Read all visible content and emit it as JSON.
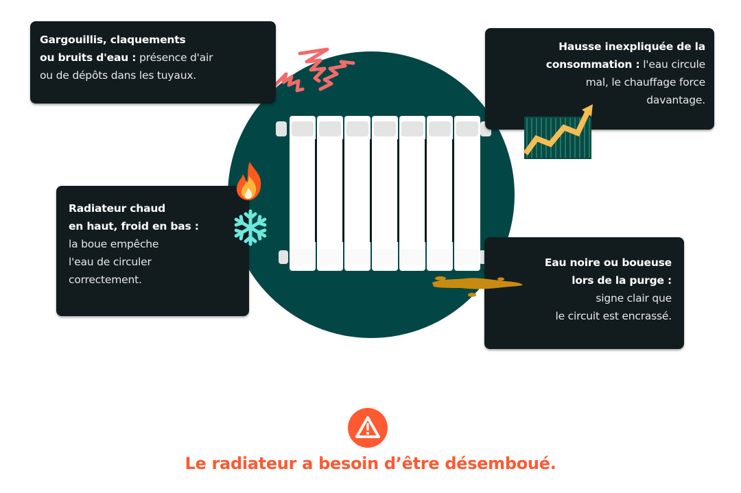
{
  "title": "Signes qu'un radiateur doit être désemboué",
  "colors": {
    "circle_bg": "#024745",
    "card_bg": "#121c1e",
    "accent_warning": "#ff5a32",
    "noise_lines": "#f26b6b",
    "trend_arrow": "#f7bd55",
    "sludge": "#c98a12",
    "snowflake": "#6ee7dc",
    "flame": "#ff6a1a"
  },
  "symptoms": [
    {
      "id": "noise",
      "icon": "noise-waves-icon",
      "lines": [
        {
          "bold": "Gargouillis, claquements",
          "text": ""
        },
        {
          "bold": "ou bruits d'eau :",
          "text": " présence d'air"
        },
        {
          "bold": "",
          "text": "ou de dépôts dans les tuyaux."
        }
      ]
    },
    {
      "id": "consumption",
      "icon": "rising-chart-icon",
      "lines": [
        {
          "bold": "Hausse inexpliquée de la",
          "text": ""
        },
        {
          "bold": "consommation :",
          "text": " l'eau circule"
        },
        {
          "bold": "",
          "text": "mal, le chauffage force"
        },
        {
          "bold": "",
          "text": "davantage."
        }
      ]
    },
    {
      "id": "hot-cold",
      "icon": "flame-snowflake-icon",
      "lines": [
        {
          "bold": "Radiateur chaud",
          "text": ""
        },
        {
          "bold": "en haut, froid en bas :",
          "text": ""
        },
        {
          "bold": "",
          "text": "la boue empêche"
        },
        {
          "bold": "",
          "text": "l'eau de circuler"
        },
        {
          "bold": "",
          "text": "correctement."
        }
      ]
    },
    {
      "id": "mud",
      "icon": "sludge-puddle-icon",
      "lines": [
        {
          "bold": "Eau noire ou boueuse",
          "text": ""
        },
        {
          "bold": "lors de la purge :",
          "text": ""
        },
        {
          "bold": "",
          "text": "signe clair que"
        },
        {
          "bold": "",
          "text": "le circuit est encrassé."
        }
      ]
    }
  ],
  "radiator": {
    "icon": "radiator-icon",
    "sections": 7
  },
  "conclusion": {
    "icon": "warning-icon",
    "text": "Le radiateur a besoin d’être désemboué."
  }
}
